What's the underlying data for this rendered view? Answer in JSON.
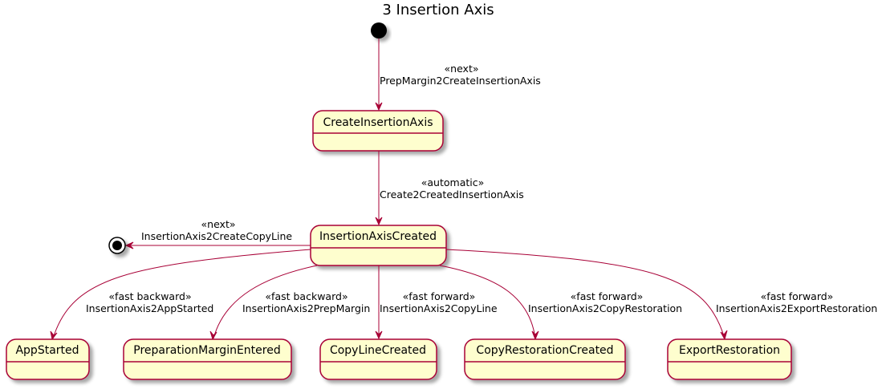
{
  "diagram": {
    "title": "3 Insertion Axis",
    "colors": {
      "state_fill": "#FEFECE",
      "state_border": "#A80036",
      "arrow": "#A80036",
      "start_node": "#000000"
    },
    "states": {
      "create_insertion_axis": "CreateInsertionAxis",
      "insertion_axis_created": "InsertionAxisCreated",
      "app_started": "AppStarted",
      "preparation_margin_entered": "PreparationMarginEntered",
      "copy_line_created": "CopyLineCreated",
      "copy_restoration_created": "CopyRestorationCreated",
      "export_restoration": "ExportRestoration"
    },
    "transitions": {
      "start_to_create": {
        "stereotype": "«next»",
        "name": "PrepMargin2CreateInsertionAxis"
      },
      "create_to_created": {
        "stereotype": "«automatic»",
        "name": "Create2CreatedInsertionAxis"
      },
      "created_to_end": {
        "stereotype": "«next»",
        "name": "InsertionAxis2CreateCopyLine"
      },
      "to_app_started": {
        "stereotype": "«fast backward»",
        "name": "InsertionAxis2AppStarted"
      },
      "to_prep_margin": {
        "stereotype": "«fast backward»",
        "name": "InsertionAxis2PrepMargin"
      },
      "to_copy_line": {
        "stereotype": "«fast forward»",
        "name": "InsertionAxis2CopyLine"
      },
      "to_copy_restoration": {
        "stereotype": "«fast forward»",
        "name": "InsertionAxis2CopyRestoration"
      },
      "to_export_restoration": {
        "stereotype": "«fast forward»",
        "name": "InsertionAxis2ExportRestoration"
      }
    }
  }
}
